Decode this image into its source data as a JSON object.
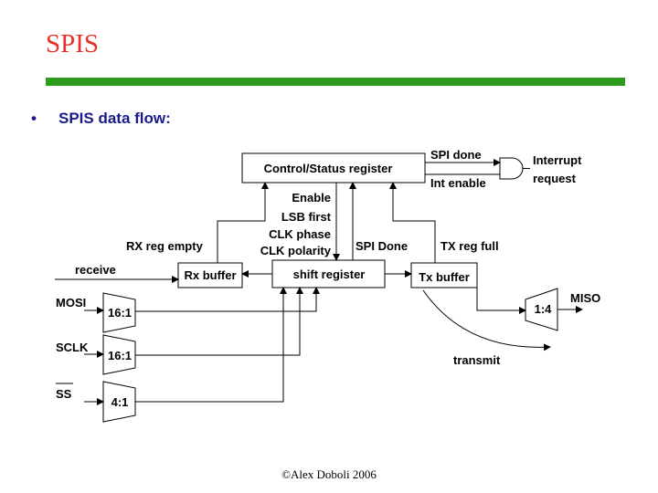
{
  "slide": {
    "title": "SPIS",
    "bullet": "SPIS data flow:",
    "footer": "©Alex Doboli 2006",
    "accent_title": "#e8302a",
    "accent_rule": "#2e9a1e",
    "bullet_color": "#1a1a8c"
  },
  "diagram": {
    "control_status": "Control/Status register",
    "spi_done_top": "SPI done",
    "int_enable": "Int enable",
    "interrupt": "Interrupt",
    "request": "request",
    "enable": "Enable",
    "lsb_first": "LSB first",
    "clk_phase": "CLK phase",
    "clk_polarity": "CLK polarity",
    "rx_reg_empty": "RX reg empty",
    "spi_done_mid": "SPI Done",
    "tx_reg_full": "TX reg full",
    "receive": "receive",
    "rx_buffer": "Rx buffer",
    "shift_register": "shift register",
    "tx_buffer": "Tx buffer",
    "mosi": "MOSI",
    "sclk": "SCLK",
    "ss": "SS",
    "mux_mosi": "16:1",
    "mux_sclk": "16:1",
    "mux_ss": "4:1",
    "mux_miso": "1:4",
    "miso": "MISO",
    "transmit": "transmit"
  }
}
